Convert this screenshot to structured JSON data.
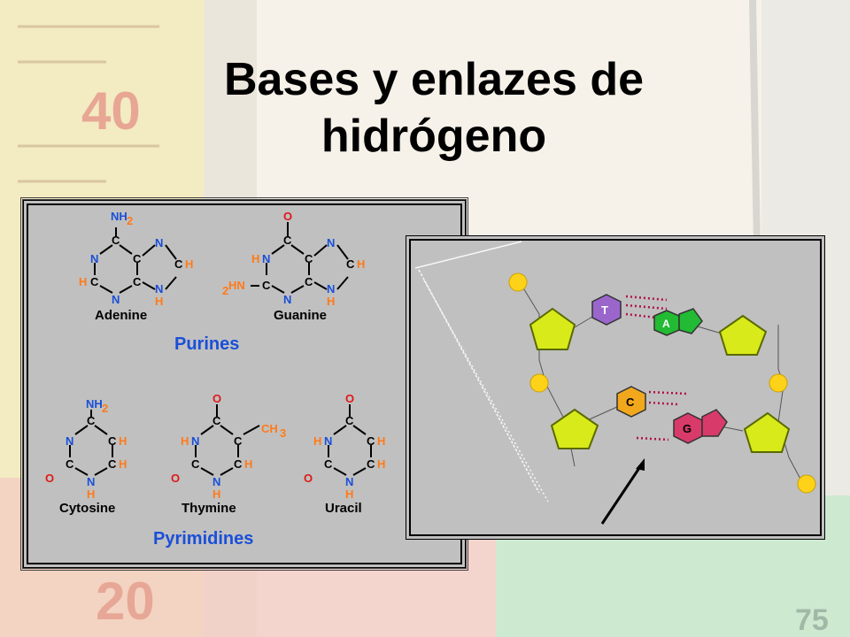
{
  "slide": {
    "title_line1": "Bases y enlazes de",
    "title_line2": "hidrógeno",
    "bg_numbers": [
      "40",
      "20",
      "75"
    ]
  },
  "bases_panel": {
    "purines_label": "Purines",
    "pyrimidines_label": "Pyrimidines",
    "molecules": [
      {
        "name": "Adenine"
      },
      {
        "name": "Guanine"
      },
      {
        "name": "Cytosine"
      },
      {
        "name": "Thymine"
      },
      {
        "name": "Uracil"
      }
    ],
    "atoms": {
      "N": "N",
      "C": "C",
      "H": "H",
      "O": "O"
    },
    "groups": {
      "nh2": "NH",
      "sub2": "2",
      "h2n": "HN",
      "sup2": "2",
      "ch3": "CH",
      "sub3": "3"
    }
  },
  "dna_panel": {
    "pairs": [
      {
        "left": "T",
        "right": "A"
      },
      {
        "left": "C",
        "right": "G"
      }
    ]
  },
  "colors": {
    "nitrogen": "#1a4fd8",
    "hydrogen": "#ff7a1a",
    "oxygen": "#e01818",
    "thymine": "#9a66cc",
    "adenine": "#22bb33",
    "cytosine": "#f2a81d",
    "guanine": "#d83b6a",
    "sugar": "#d8ea1a",
    "phosphate": "#ffd21a",
    "hbond": "#b0104a"
  }
}
